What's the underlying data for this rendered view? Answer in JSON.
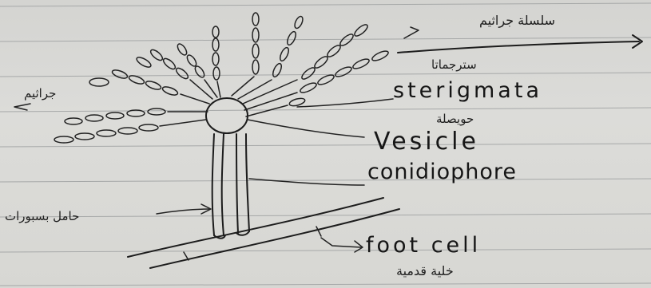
{
  "labels": {
    "sterigmata": "sterigmata",
    "vesicle": "Vesicle",
    "conidiophore": "conidiophore",
    "foot_cell": "foot cell"
  },
  "arabic_labels": {
    "spores": "جراثيم",
    "sterigmata": "سترجماتا",
    "vesicle": "حويصلة",
    "spore_chain": "سلسلة جراثيم",
    "conidiophore": "حامل بسبورات",
    "foot_cell": "خلية قدمية"
  }
}
